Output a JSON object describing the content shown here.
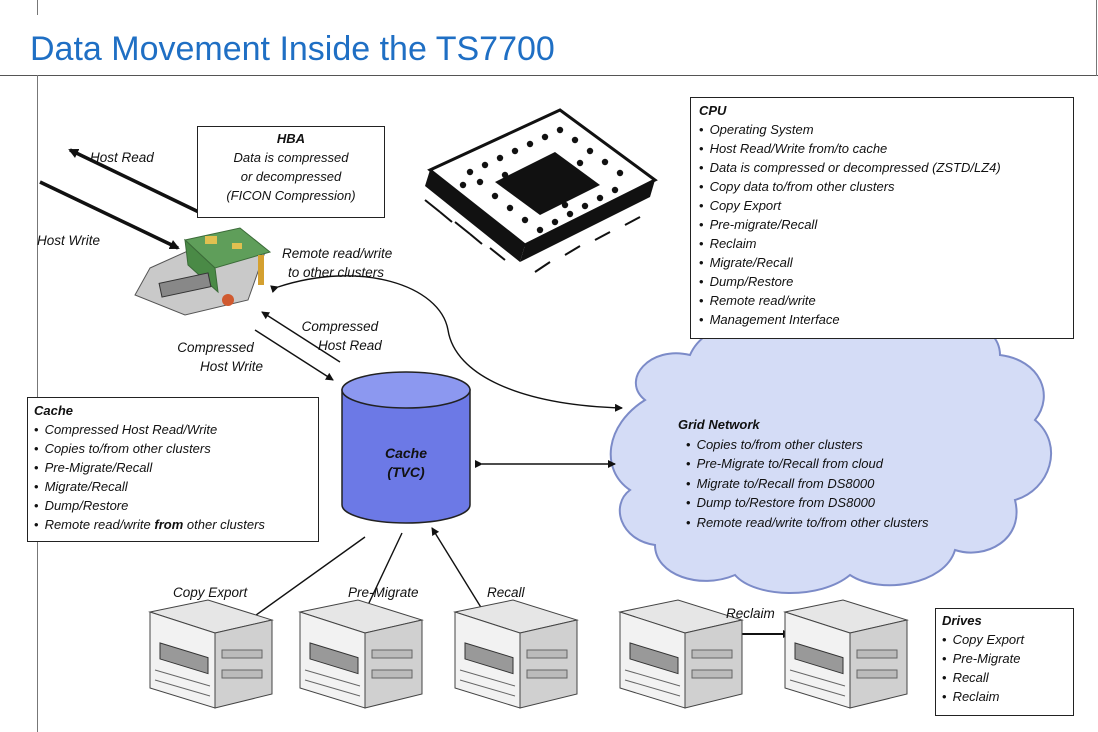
{
  "title": "Data Movement Inside the TS7700",
  "hba": {
    "title": "HBA",
    "lines": [
      "Data is compressed",
      "or decompressed",
      "(FICON Compression)"
    ]
  },
  "cpu": {
    "title": "CPU",
    "items": [
      "Operating System",
      "Host Read/Write from/to cache",
      "Data is compressed or decompressed (ZSTD/LZ4)",
      "Copy data to/from other clusters",
      "Copy Export",
      "Pre-migrate/Recall",
      "Reclaim",
      "Migrate/Recall",
      "Dump/Restore",
      "Remote read/write",
      "Management Interface"
    ]
  },
  "cache_box": {
    "title": "Cache",
    "items": [
      "Compressed Host Read/Write",
      "Copies to/from other clusters",
      "Pre-Migrate/Recall",
      "Migrate/Recall",
      "Dump/Restore"
    ],
    "last_prefix": "Remote read/write ",
    "last_bold": "from",
    "last_suffix": " other clusters"
  },
  "grid": {
    "title": "Grid Network",
    "items": [
      "Copies to/from other clusters",
      "Pre-Migrate to/Recall from cloud",
      "Migrate to/Recall from DS8000",
      "Dump to/Restore from DS8000",
      "Remote read/write to/from other clusters"
    ]
  },
  "drives": {
    "title": "Drives",
    "items": [
      "Copy Export",
      "Pre-Migrate",
      "Recall",
      "Reclaim"
    ]
  },
  "labels": {
    "host_read": "Host Read",
    "host_write": "Host Write",
    "remote_rw_1": "Remote read/write",
    "remote_rw_2": "to other clusters",
    "compressed_read_1": "Compressed",
    "compressed_read_2": "Host Read",
    "compressed_write_1": "Compressed",
    "compressed_write_2": "Host Write",
    "copy_export": "Copy Export",
    "pre_migrate": "Pre-Migrate",
    "recall": "Recall",
    "reclaim": "Reclaim",
    "cache_tvc_1": "Cache",
    "cache_tvc_2": "(TVC)"
  },
  "colors": {
    "title": "#1f6fc4",
    "cloud": "#d4dcf6",
    "cloud_stroke": "#7c8bc8",
    "cylinder": "#6c79e6",
    "cylinder_top": "#8c98f0"
  },
  "icons": [
    "hba-card-icon",
    "cpu-chip-icon",
    "cloud-icon",
    "cylinder-icon",
    "tape-drive-icon"
  ]
}
